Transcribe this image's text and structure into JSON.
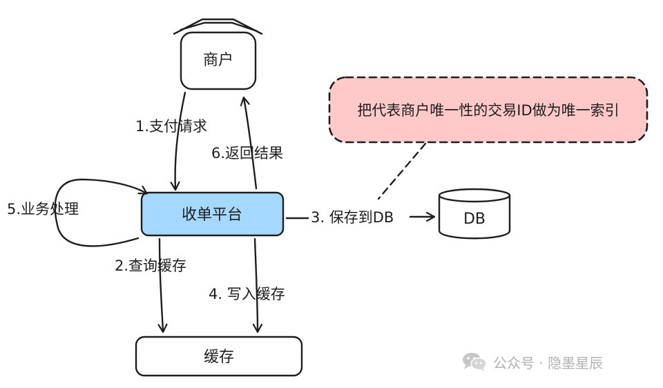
{
  "nodes": {
    "merchant": "商户",
    "platform": "收单平台",
    "cache": "缓存",
    "db": "DB"
  },
  "edges": {
    "pay_request": "1.支付请求",
    "query_cache": "2.查询缓存",
    "save_db": "3. 保存到DB",
    "write_cache": "4. 写入缓存",
    "business": "5.业务处理",
    "return_result": "6.返回结果"
  },
  "note": {
    "text": "把代表商户唯一性的交易ID做为唯一索引"
  },
  "watermark": {
    "text": "公众号 · 隐墨星辰"
  },
  "colors": {
    "platform_fill": "#a5d8ff",
    "note_fill": "#ffc9c9",
    "stroke": "#1e1e1e",
    "watermark": "#b2b2b2"
  }
}
